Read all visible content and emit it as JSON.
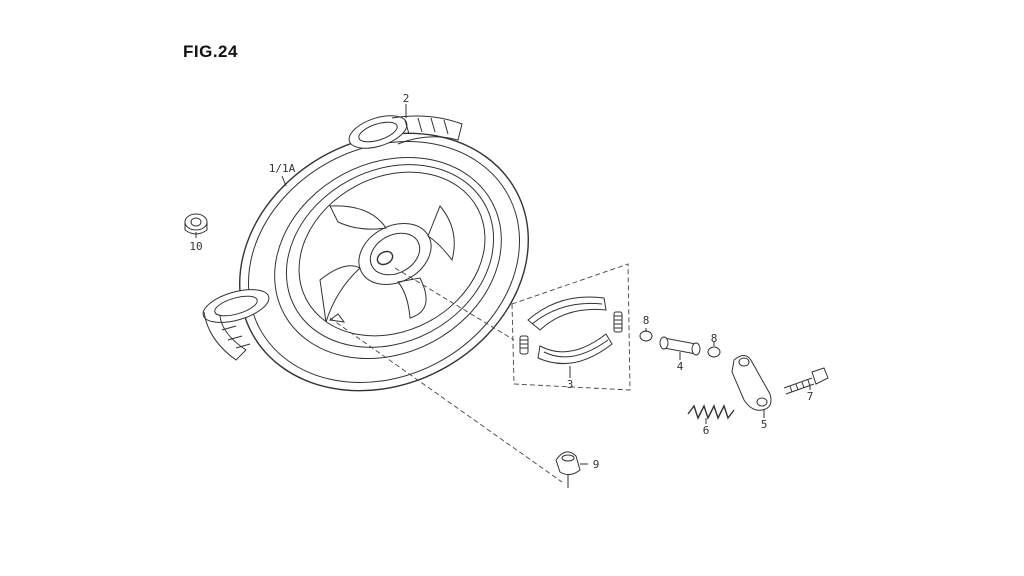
{
  "figure": {
    "title": "FIG.24"
  },
  "parts": {
    "p1": "1/1A",
    "p2": "2",
    "p3": "3",
    "p4": "4",
    "p5": "5",
    "p6": "6",
    "p7": "7",
    "p8": "8",
    "p8b": "8",
    "p9": "9",
    "p10": "10"
  },
  "icons": {
    "wheel": "rear-wheel-icon",
    "shoe": "brake-shoe-icon",
    "cam": "brake-cam-icon",
    "arm": "brake-arm-icon",
    "spring": "spring-icon",
    "bolt": "bolt-icon",
    "nut": "nut-icon",
    "washer": "washer-icon",
    "indicator": "wear-indicator-icon"
  }
}
